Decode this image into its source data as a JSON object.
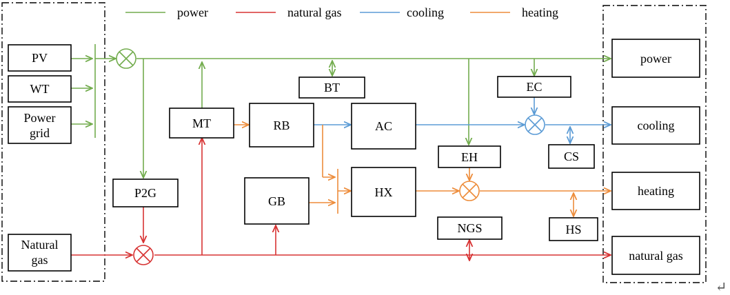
{
  "legend": [
    {
      "label": "power",
      "color": "#72ac4d"
    },
    {
      "label": "natural gas",
      "color": "#d73232"
    },
    {
      "label": "cooling",
      "color": "#5b9bd5"
    },
    {
      "label": "heating",
      "color": "#ed8c3a"
    }
  ],
  "inputs": {
    "pv": "PV",
    "wt": "WT",
    "grid_line1": "Power",
    "grid_line2": "grid",
    "gas_line1": "Natural",
    "gas_line2": "gas"
  },
  "devices": {
    "mt": "MT",
    "rb": "RB",
    "ac": "AC",
    "bt": "BT",
    "ec": "EC",
    "eh": "EH",
    "cs": "CS",
    "p2g": "P2G",
    "gb": "GB",
    "hx": "HX",
    "ngs": "NGS",
    "hs": "HS"
  },
  "outputs": {
    "power": "power",
    "cooling": "cooling",
    "heating": "heating",
    "natural_gas": "natural gas"
  },
  "return_mark": "↵"
}
